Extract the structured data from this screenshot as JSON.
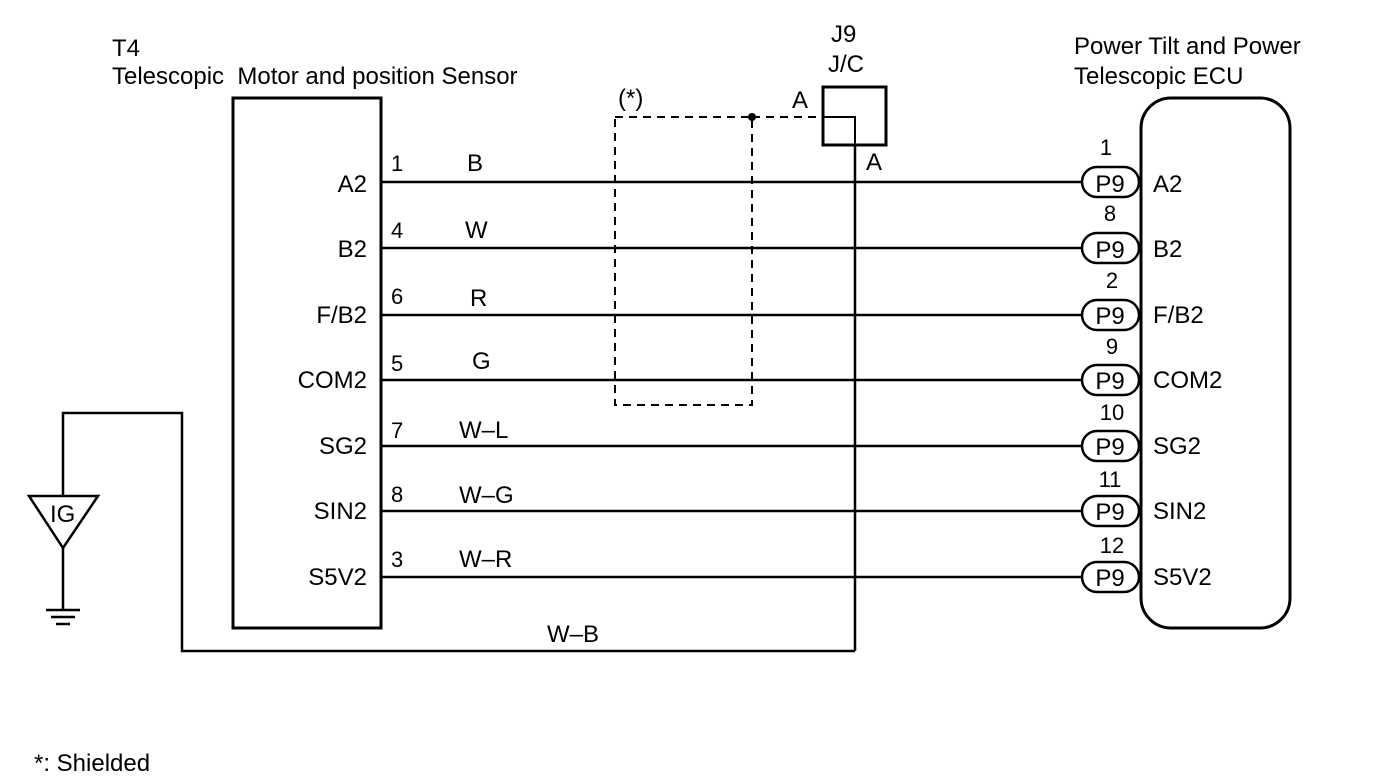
{
  "sensor": {
    "code": "T4",
    "name": "Telescopic  Motor and position Sensor"
  },
  "junction": {
    "code": "J9",
    "name": "J/C",
    "pin_in": "A",
    "pin_out": "A"
  },
  "ecu": {
    "name_line1": "Power Tilt and Power",
    "name_line2": "Telescopic ECU",
    "connector": "P9"
  },
  "shield": {
    "label": "(*)"
  },
  "ground_wire": {
    "color": "W–B"
  },
  "ig": {
    "label": "IG"
  },
  "footnote": "*: Shielded",
  "wires": [
    {
      "signal": "A2",
      "sensor_pin": "1",
      "color": "B",
      "ecu_pin": "1"
    },
    {
      "signal": "B2",
      "sensor_pin": "4",
      "color": "W",
      "ecu_pin": "8"
    },
    {
      "signal": "F/B2",
      "sensor_pin": "6",
      "color": "R",
      "ecu_pin": "2"
    },
    {
      "signal": "COM2",
      "sensor_pin": "5",
      "color": "G",
      "ecu_pin": "9"
    },
    {
      "signal": "SG2",
      "sensor_pin": "7",
      "color": "W–L",
      "ecu_pin": "10"
    },
    {
      "signal": "SIN2",
      "sensor_pin": "8",
      "color": "W–G",
      "ecu_pin": "11"
    },
    {
      "signal": "S5V2",
      "sensor_pin": "3",
      "color": "W–R",
      "ecu_pin": "12"
    }
  ]
}
